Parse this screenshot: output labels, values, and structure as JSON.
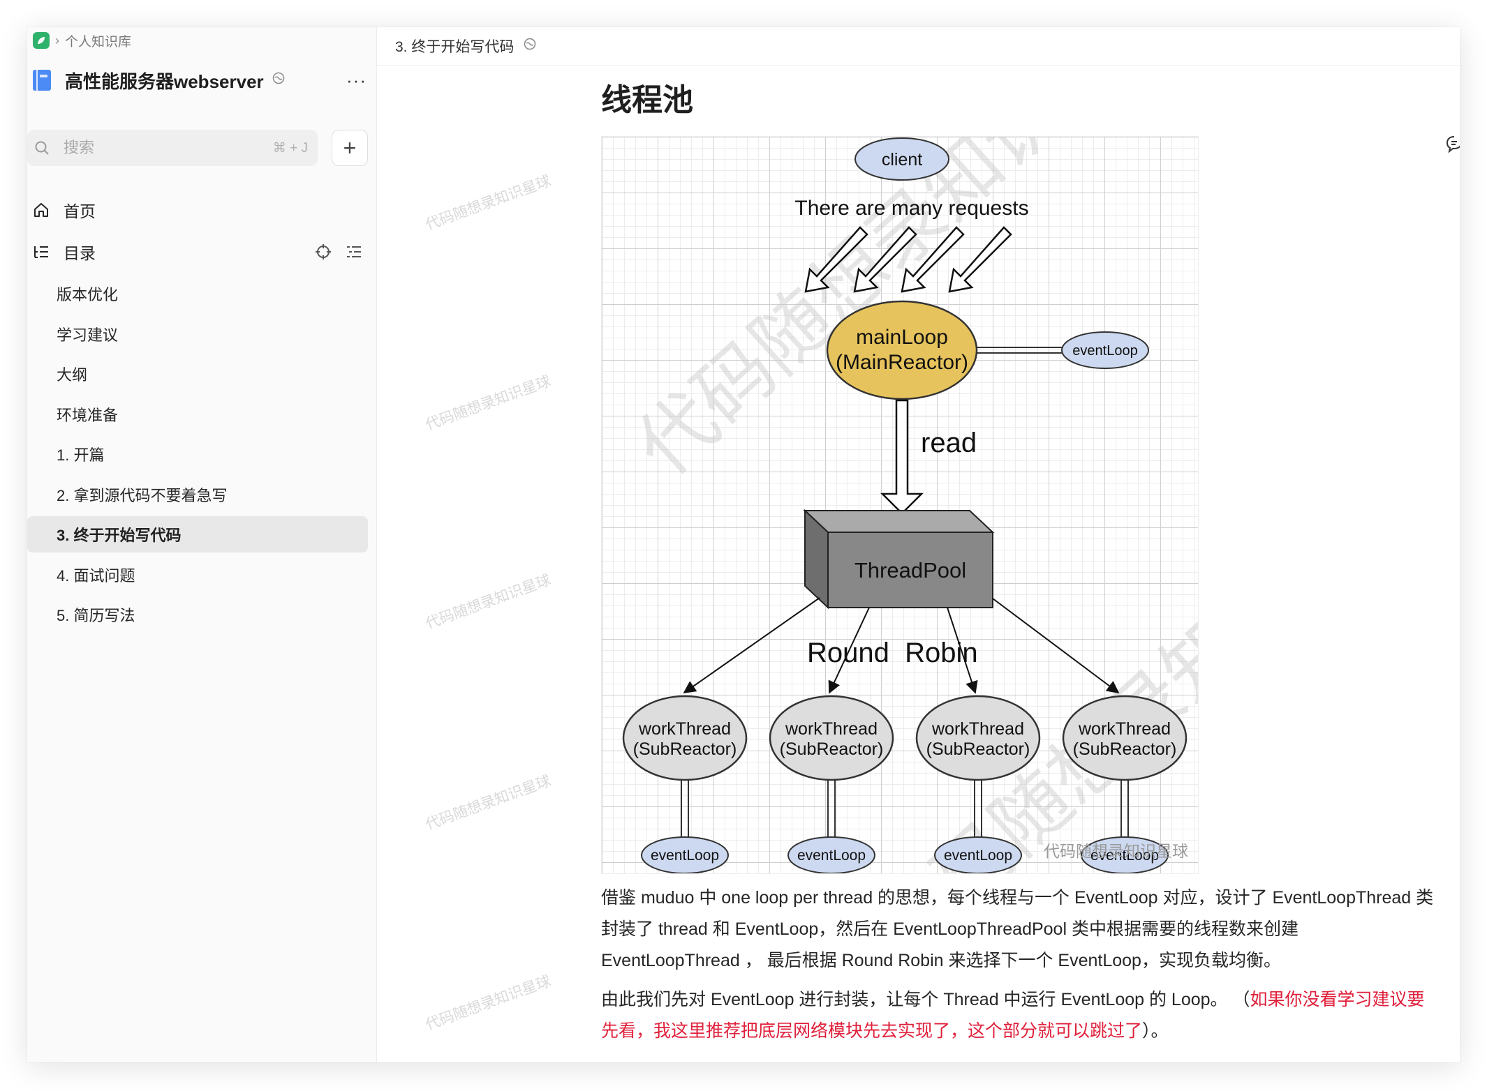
{
  "breadcrumb": {
    "library": "个人知识库"
  },
  "knowledge_base": {
    "title": "高性能服务器webserver",
    "more": "···"
  },
  "search": {
    "placeholder": "搜索",
    "shortcut": "⌘ + J",
    "add": "+"
  },
  "nav": {
    "home": "首页",
    "toc": "目录"
  },
  "toc_items": [
    "版本优化",
    "学习建议",
    "大纲",
    "环境准备",
    "1. 开篇",
    "2. 拿到源代码不要着急写",
    "3. 终于开始写代码",
    "4. 面试问题",
    "5. 简历写法"
  ],
  "active_toc_index": 6,
  "document": {
    "breadcrumb_title": "3. 终于开始写代码",
    "heading": "线程池",
    "para1": "借鉴 muduo 中 one loop per thread 的思想，每个线程与一个 EventLoop 对应，设计了 EventLoopThread 类 封装了 thread 和 EventLoop，然后在 EventLoopThreadPool 类中根据需要的线程数来创建 EventLoopThread ， 最后根据 Round Robin 来选择下一个 EventLoop，实现负载均衡。",
    "para2_plain": "由此我们先对 EventLoop 进行封装，让每个 Thread 中运行 EventLoop 的 Loop。   （",
    "para2_red": "如果你没看学习建议要先看，我这里推荐把底层网络模块先去实现了，这个部分就可以跳过了",
    "para2_end": "）。"
  },
  "watermark_text": "代码随想录知识星球",
  "diagram": {
    "client": "client",
    "requests": "There are many requests",
    "main_loop_line1": "mainLoop",
    "main_loop_line2": "(MainReactor)",
    "main_event_loop": "eventLoop",
    "read": "read",
    "thread_pool": "ThreadPool",
    "round_robin": "Round  Robin",
    "work_thread_line1": "workThread",
    "work_thread_line2": "(SubReactor)",
    "event_loop": "eventLoop",
    "figure_watermark": "代码随想录知识星球",
    "big_watermark": "代码随想录知识"
  },
  "colors": {
    "accent_red": "#e0203b",
    "node_blue": "#cdd9f0",
    "main_yellow": "#e6c35c",
    "pool_gray": "#888888",
    "worker_gray": "#dddddd"
  }
}
